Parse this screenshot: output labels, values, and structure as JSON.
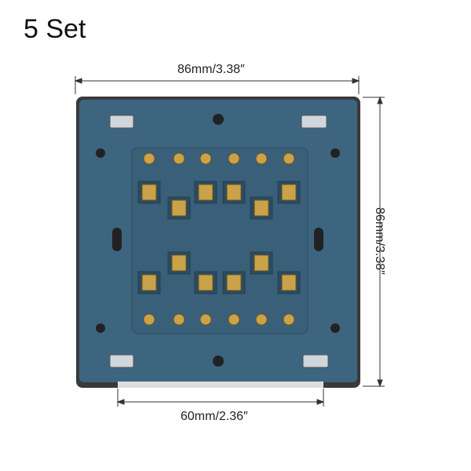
{
  "title": "5 Set",
  "dimensions": {
    "width": "86mm/3.38″",
    "height": "86mm/3.38″",
    "inner_width": "60mm/2.36″"
  },
  "colors": {
    "plate": "#3d6580",
    "frame": "#3a3a3a",
    "terminal": "#c9a24a"
  }
}
